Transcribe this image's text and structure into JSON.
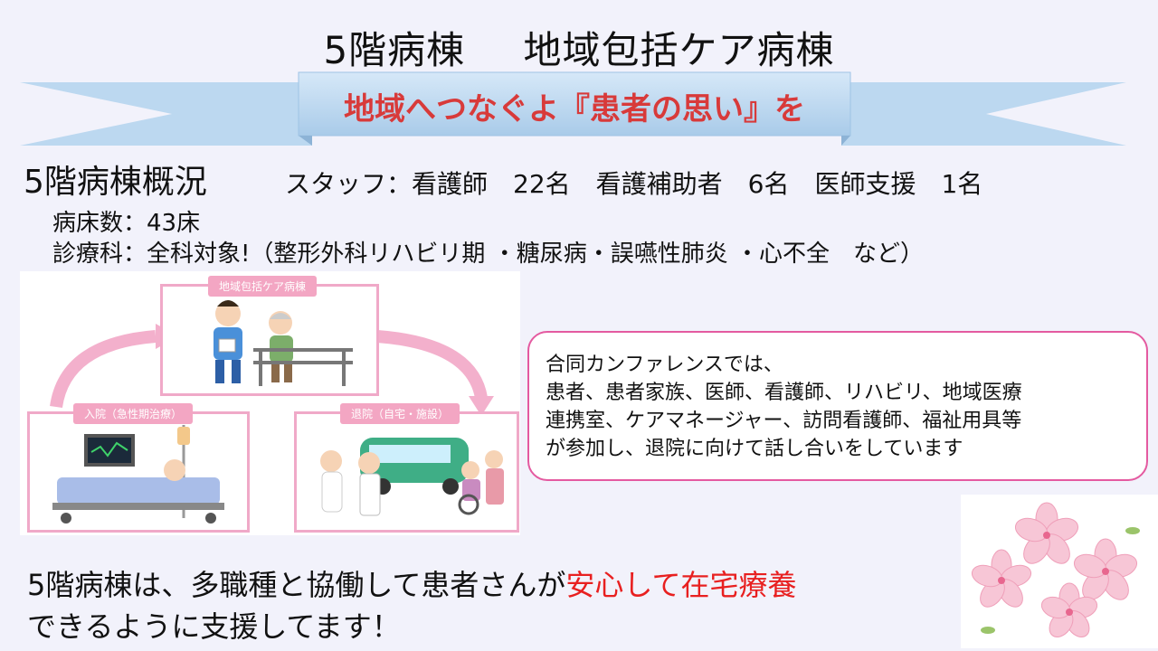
{
  "title": {
    "left": "5階病棟",
    "right": "地域包括ケア病棟"
  },
  "ribbon": {
    "text": "地域へつなぐよ『患者の思い』を"
  },
  "overview": {
    "heading": "5階病棟概況",
    "staff_line": "スタッフ：看護師　22名　看護補助者　6名　医師支援　1名",
    "beds_line": "病床数：43床",
    "dept_line": "診療科：全科対象!（整形外科リハビリ期 ・糖尿病・誤嚥性肺炎 ・心不全　など）"
  },
  "flow": {
    "top_label": "地域包括ケア病棟",
    "left_label": "入院（急性期治療）",
    "right_label": "退院（自宅・施設）"
  },
  "conference": {
    "lines": [
      "合同カンファレンスでは、",
      "患者、患者家族、医師、看護師、リハビリ、地域医療",
      "連携室、ケアマネージャー、訪問看護師、福祉用具等",
      "が参加し、退院に向けて話し合いをしています"
    ]
  },
  "footer": {
    "line1_prefix": "5階病棟は、多職種と協働して患者さんが",
    "line1_highlight": "安心して在宅療養",
    "line2": "できるように支援してます！"
  },
  "colors": {
    "ribbon": "#bcd8f0",
    "accent_red": "#d83a3a",
    "highlight_red": "#e82020",
    "pink_border": "#e45aa0",
    "flow_pink": "#f0a9c8"
  },
  "icons": [
    "hospital-bed-illustration",
    "nurse-doctor-illustration",
    "rehab-illustration",
    "sakura-flower-icon",
    "curved-arrow-icon"
  ]
}
